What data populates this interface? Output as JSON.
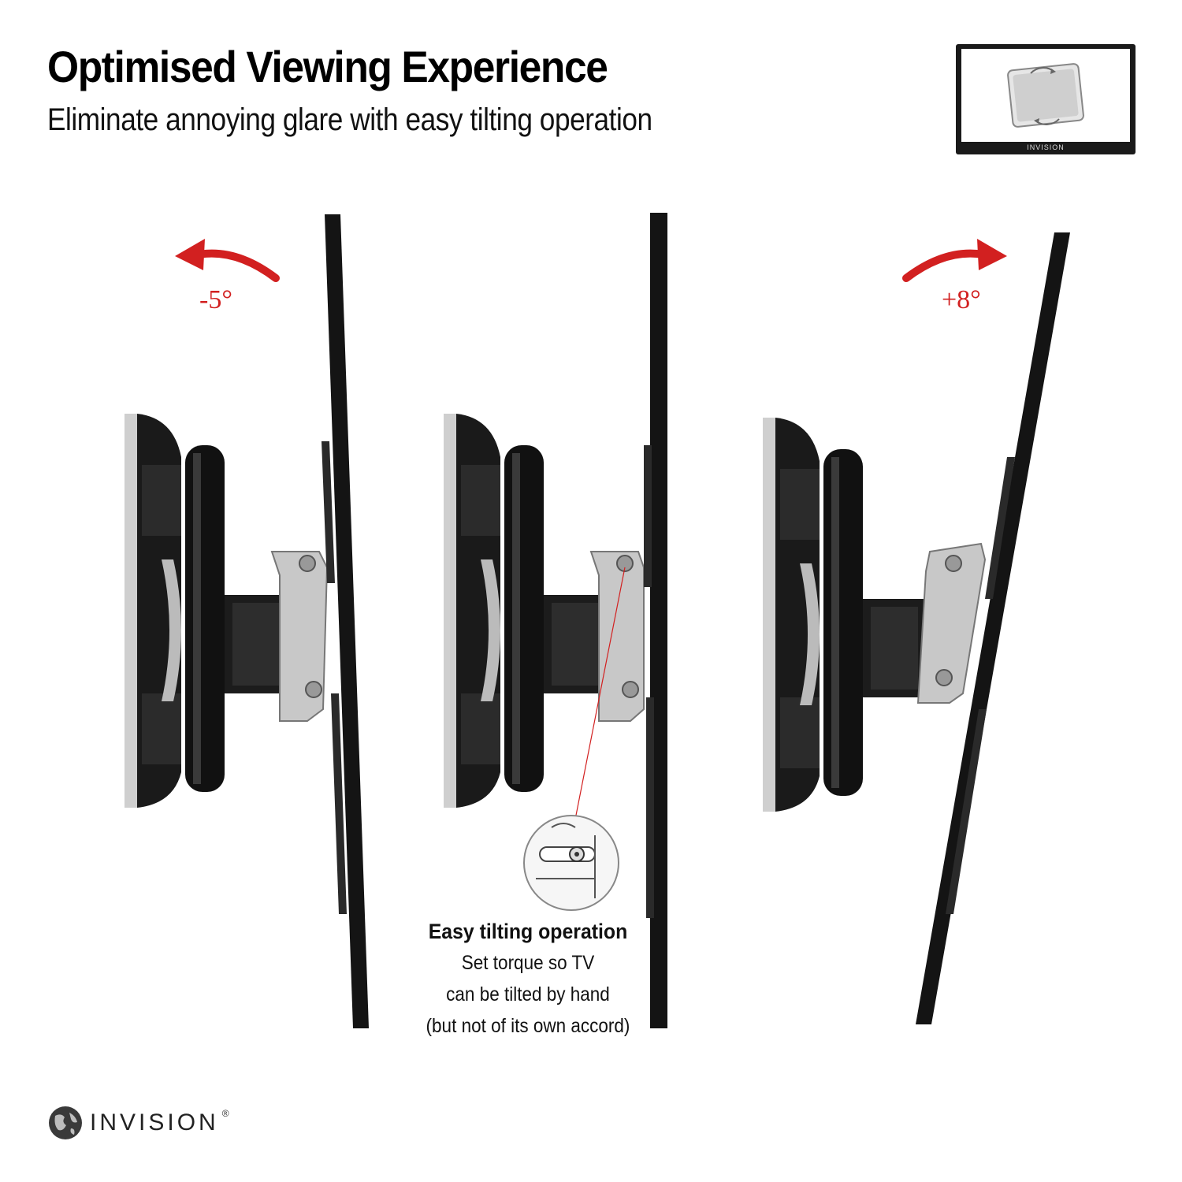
{
  "header": {
    "title": "Optimised Viewing Experience",
    "subtitle": "Eliminate annoying glare with easy tilting operation"
  },
  "thumbnail": {
    "brand_text": "INVISION",
    "icon": "rotate-screen-icon"
  },
  "mounts": [
    {
      "position": "left",
      "tilt_label": "-5°",
      "tilt_degrees": -5,
      "arrow_icon": "curved-arrow-left-icon"
    },
    {
      "position": "center",
      "tilt_degrees": 0
    },
    {
      "position": "right",
      "tilt_label": "+8°",
      "tilt_degrees": 8,
      "arrow_icon": "curved-arrow-right-icon"
    }
  ],
  "callout": {
    "title": "Easy  tilting operation",
    "lines": [
      "Set torque so TV",
      "can be tilted by hand",
      "(but not of its own accord)"
    ]
  },
  "footer": {
    "brand": "INVISION",
    "registered": "®",
    "logo_icon": "globe-icon"
  },
  "colors": {
    "accent_red": "#d22020",
    "mount_black": "#141414",
    "mount_silver": "#c8c8c8"
  }
}
